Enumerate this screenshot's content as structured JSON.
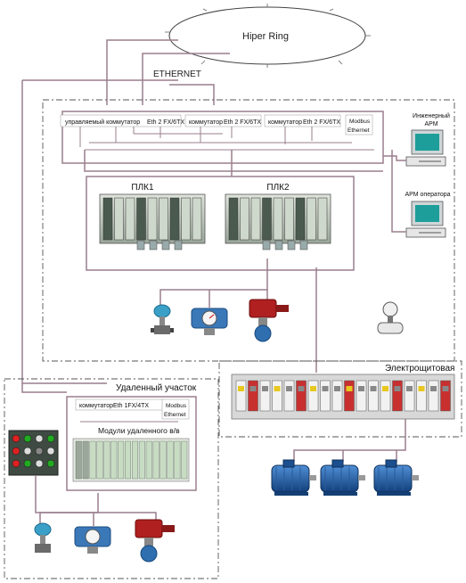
{
  "ring": {
    "label": "Hiper Ring"
  },
  "ethernet_label": "ETHERNET",
  "main_switches": [
    {
      "part1": "управляемый коммутатор",
      "part2": "Eth 2 FX/6TX"
    },
    {
      "part1": "коммутатор",
      "part2": "Eth 2 FX/6TX"
    },
    {
      "part1": "коммутатор",
      "part2": "Eth 2 FX/6TX"
    }
  ],
  "modbus_main": {
    "line1": "Modbus",
    "line2": "Ethernet"
  },
  "workstations": [
    {
      "label_line1": "Инженерный",
      "label_line2": "АРМ"
    },
    {
      "label_line1": "АРМ оператора",
      "label_line2": ""
    }
  ],
  "plcs": [
    {
      "label": "ПЛК1"
    },
    {
      "label": "ПЛК2"
    }
  ],
  "electrical_panel": {
    "label": "Электрощитовая"
  },
  "remote_site": {
    "label": "Удаленный участок",
    "switch_part1": "коммутатор",
    "switch_part2": "Eth 1FX/4TX",
    "modbus_line1": "Modbus",
    "modbus_line2": "Ethernet",
    "io_label": "Модули удаленного в/в"
  },
  "colors": {
    "line": "#9a7f8e",
    "dashed": "#555555",
    "motor": "#1f5fa8",
    "valve": "#b02020",
    "sensor": "#3aa0c8"
  }
}
